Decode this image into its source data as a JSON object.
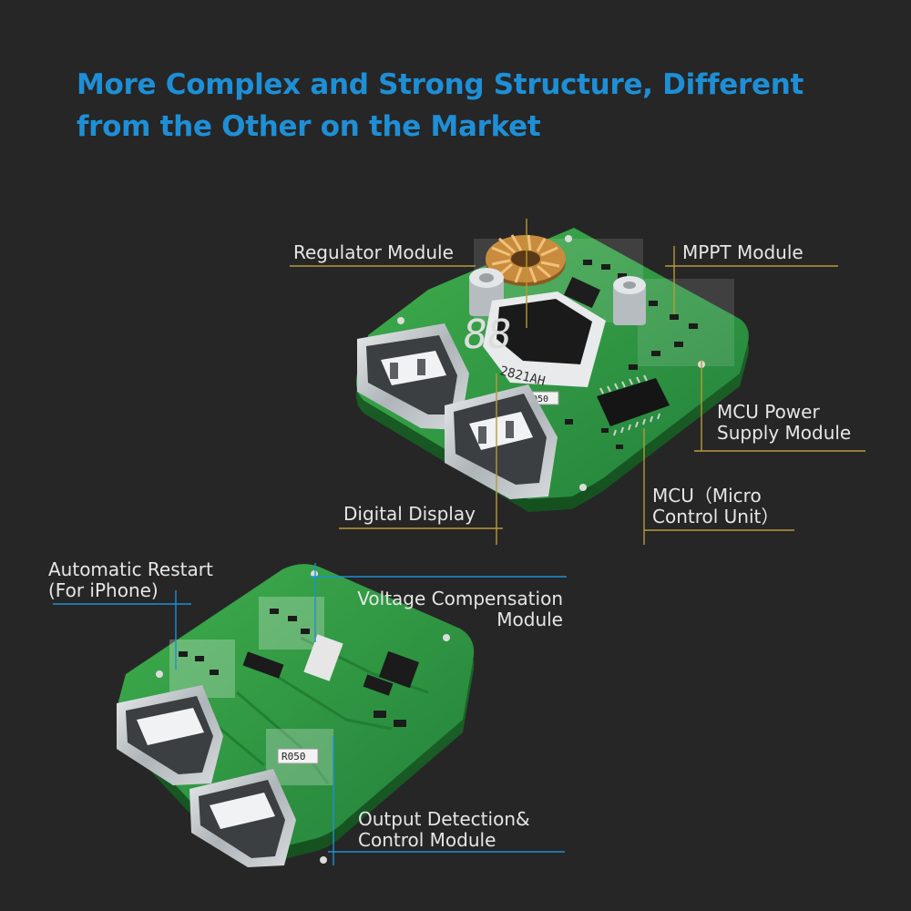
{
  "headline": {
    "line1": "More Complex and Strong Structure, Different",
    "line2": "from the Other on the Market"
  },
  "callouts": {
    "regulator_module": "Regulator Module",
    "mppt_module": "MPPT Module",
    "mcu_power_supply_line1": "MCU Power",
    "mcu_power_supply_line2": "Supply Module",
    "mcu_line1": "MCU（Micro",
    "mcu_line2": "Control Unit）",
    "digital_display": "Digital Display",
    "automatic_restart_line1": "Automatic Restart",
    "automatic_restart_line2": "(For iPhone)",
    "voltage_compensation_line1": "Voltage Compensation",
    "voltage_compensation_line2": "Module",
    "output_detection_line1": "Output Detection&",
    "output_detection_line2": "Control Module"
  },
  "board_markings": {
    "display_digits": "88",
    "display_model": "2821AH",
    "resistor_top": "R050",
    "resistor_bottom": "R050"
  },
  "colors": {
    "headline": "#1e8fd6",
    "background": "#262626",
    "pcb_green": "#2f9a3f",
    "callout_line_gold": "#b89a3a",
    "callout_line_blue": "#1e8fd6",
    "callout_text": "#e6e6e6"
  }
}
